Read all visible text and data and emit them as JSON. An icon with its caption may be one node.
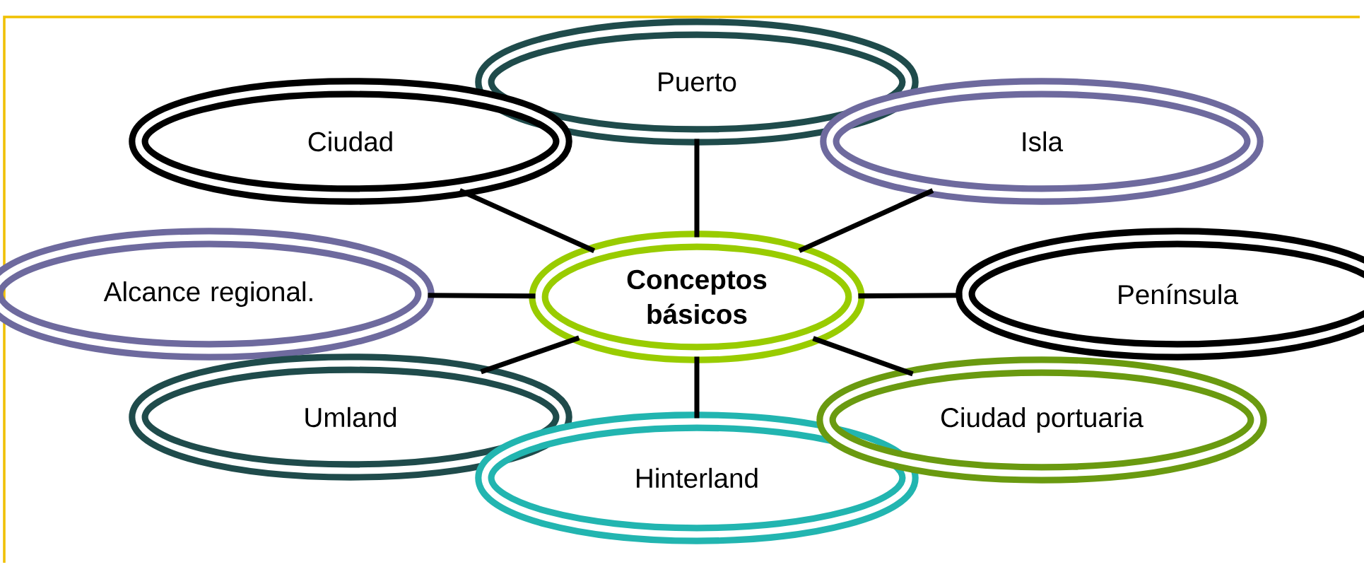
{
  "diagram": {
    "nodes": [
      {
        "text": [
          "Puerto"
        ]
      },
      {
        "text": [
          "Ciudad"
        ]
      },
      {
        "text": [
          "Isla"
        ]
      },
      {
        "text": [
          "Alcance regional."
        ]
      },
      {
        "text": [
          "Conceptos básicos"
        ]
      },
      {
        "text": [
          "Península"
        ]
      },
      {
        "text": [
          "Umland"
        ]
      },
      {
        "text": [
          "Hinterland"
        ]
      },
      {
        "text": [
          "Ciudad portuaria"
        ]
      }
    ],
    "edges": [
      {
        "from": 4,
        "to": 0,
        "arrow": "none"
      },
      {
        "from": 4,
        "to": 1,
        "arrow": "none"
      },
      {
        "from": 4,
        "to": 2,
        "arrow": "none"
      },
      {
        "from": 4,
        "to": 3,
        "arrow": "none"
      },
      {
        "from": 4,
        "to": 5,
        "arrow": "none"
      },
      {
        "from": 4,
        "to": 6,
        "arrow": "none"
      },
      {
        "from": 4,
        "to": 7,
        "arrow": "none"
      },
      {
        "from": 4,
        "to": 8,
        "arrow": "none"
      }
    ]
  }
}
